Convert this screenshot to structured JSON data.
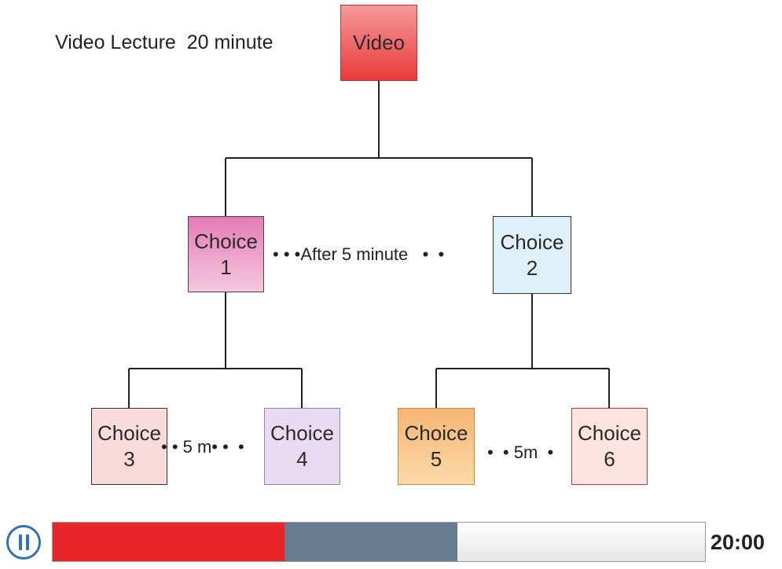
{
  "caption": "Video Lecture  20 minute",
  "nodes": {
    "video": {
      "line1": "Video",
      "line2": ""
    },
    "c1": {
      "line1": "Choice",
      "line2": "1"
    },
    "c2": {
      "line1": "Choice",
      "line2": "2"
    },
    "c3": {
      "line1": "Choice",
      "line2": "3"
    },
    "c4": {
      "line1": "Choice",
      "line2": "4"
    },
    "c5": {
      "line1": "Choice",
      "line2": "5"
    },
    "c6": {
      "line1": "Choice",
      "line2": "6"
    }
  },
  "labels": {
    "after": "• • •After 5 minute   •  •",
    "five_m_a": "• • 5 m• •  •",
    "five_m_b": "•  • 5m  •"
  },
  "timeline": {
    "played_fraction": 0.355,
    "buffered_fraction": 0.265,
    "played_color": "#e8262a",
    "buffered_color": "#687c8f",
    "time": "20:00",
    "pause_icon": "pause-icon"
  }
}
